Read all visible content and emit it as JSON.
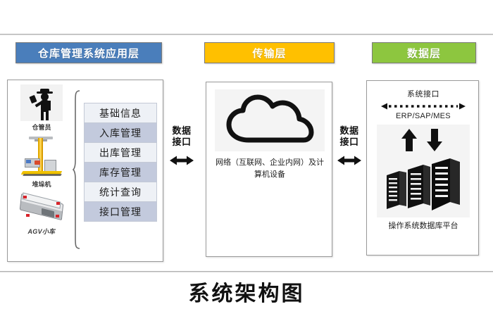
{
  "figure": {
    "title": "系统架构图"
  },
  "columns": {
    "app": {
      "header": "仓库管理系统应用层",
      "header_color": "#4a7ebb",
      "actors": [
        {
          "label": "仓管员",
          "icon": "warehouse-keeper-icon"
        },
        {
          "label": "堆垛机",
          "icon": "stacker-crane-icon"
        },
        {
          "label": "AGV小车",
          "icon": "agv-cart-icon"
        }
      ],
      "menu": [
        "基础信息",
        "入库管理",
        "出库管理",
        "库存管理",
        "统计查询",
        "接口管理"
      ]
    },
    "transport": {
      "header": "传输层",
      "header_color": "#ffc000",
      "icon": "cloud-icon",
      "caption": "网络（互联网、企业内网）及计算机设备"
    },
    "data": {
      "header": "数据层",
      "header_color": "#8dc63f",
      "system_interface_label": "系统接口",
      "systems": "ERP/SAP/MES",
      "icon": "server-rack-icon",
      "caption": "操作系统数据库平台"
    }
  },
  "connectors": [
    {
      "line1": "数据",
      "line2": "接口",
      "arrow": "bidirectional-arrow-icon"
    },
    {
      "line1": "数据",
      "line2": "接口",
      "arrow": "bidirectional-arrow-icon"
    }
  ]
}
